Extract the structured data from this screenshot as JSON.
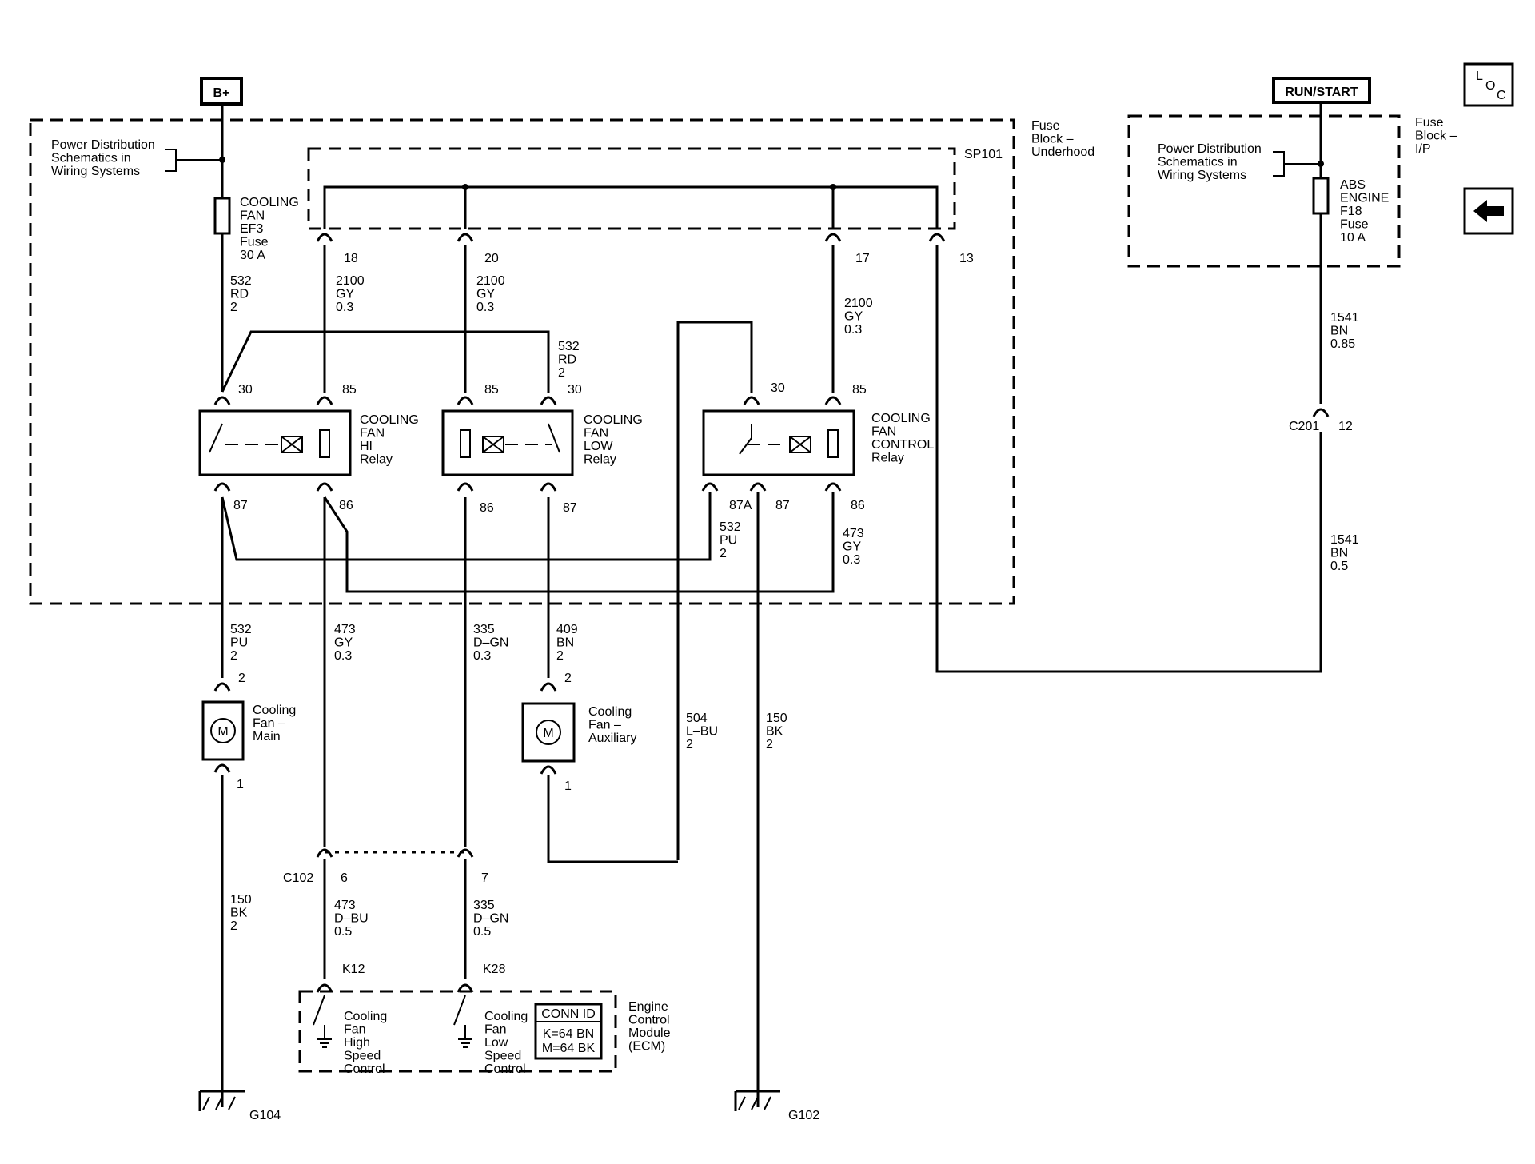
{
  "header_labels": {
    "bplus": "B+",
    "run_start": "RUN/START"
  },
  "fuse_block_underhood": [
    "Fuse",
    "Block –",
    "Underhood"
  ],
  "fuse_block_ip": [
    "Fuse",
    "Block –",
    "I/P"
  ],
  "splice": "SP101",
  "power_dist_ref": [
    "Power Distribution",
    "Schematics in",
    "Wiring Systems"
  ],
  "fuse_ef3": [
    "COOLING",
    "FAN",
    "EF3",
    "Fuse",
    "30 A"
  ],
  "fuse_f18": [
    "ABS",
    "ENGINE",
    "F18",
    "Fuse",
    "10 A"
  ],
  "relay_hi": [
    "COOLING",
    "FAN",
    "HI",
    "Relay"
  ],
  "relay_low": [
    "COOLING",
    "FAN",
    "LOW",
    "Relay"
  ],
  "relay_control": [
    "COOLING",
    "FAN",
    "CONTROL",
    "Relay"
  ],
  "fan_main": [
    "Cooling",
    "Fan –",
    "Main"
  ],
  "fan_aux": [
    "Cooling",
    "Fan –",
    "Auxiliary"
  ],
  "motor_symbol": "M",
  "ecm_label": [
    "Engine",
    "Control",
    "Module",
    "(ECM)"
  ],
  "ecm_high": [
    "Cooling",
    "Fan",
    "High",
    "Speed",
    "Control"
  ],
  "ecm_low": [
    "Cooling",
    "Fan",
    "Low",
    "Speed",
    "Control"
  ],
  "conn_id": {
    "title": "CONN ID",
    "rows": [
      "K=64 BN",
      "M=64 BK"
    ]
  },
  "connectors": {
    "c102": "C102",
    "c201": "C201"
  },
  "grounds": {
    "g104": "G104",
    "g102": "G102"
  },
  "terminals": {
    "sp18": "18",
    "sp20": "20",
    "sp17": "17",
    "sp13": "13",
    "hi_30": "30",
    "hi_85": "85",
    "hi_87": "87",
    "hi_86": "86",
    "low_85": "85",
    "low_30": "30",
    "low_86": "86",
    "low_87": "87",
    "ctl_30": "30",
    "ctl_85": "85",
    "ctl_87a": "87A",
    "ctl_87": "87",
    "ctl_86": "86",
    "main_2": "2",
    "main_1": "1",
    "aux_2": "2",
    "aux_1": "1",
    "c102_6": "6",
    "c102_7": "7",
    "k12": "K12",
    "k28": "K28",
    "c201_12": "12"
  },
  "wires": {
    "ef3_out": [
      "532",
      "RD",
      "2"
    ],
    "sp18": [
      "2100",
      "GY",
      "0.3"
    ],
    "sp20": [
      "2100",
      "GY",
      "0.3"
    ],
    "sp17": [
      "2100",
      "GY",
      "0.3"
    ],
    "low30": [
      "532",
      "RD",
      "2"
    ],
    "f18_out": [
      "1541",
      "BN",
      "0.85"
    ],
    "c201_out": [
      "1541",
      "BN",
      "0.5"
    ],
    "ctl87a": [
      "532",
      "PU",
      "2"
    ],
    "ctl86": [
      "473",
      "GY",
      "0.3"
    ],
    "main_feed": [
      "532",
      "PU",
      "2"
    ],
    "hi86_out": [
      "473",
      "GY",
      "0.3"
    ],
    "low86_out": [
      "335",
      "D–GN",
      "0.3"
    ],
    "aux_feed": [
      "409",
      "BN",
      "2"
    ],
    "aux_ret": [
      "504",
      "L–BU",
      "2"
    ],
    "g102": [
      "150",
      "BK",
      "2"
    ],
    "k12": [
      "473",
      "D–BU",
      "0.5"
    ],
    "k28": [
      "335",
      "D–GN",
      "0.5"
    ],
    "g104": [
      "150",
      "BK",
      "2"
    ]
  },
  "side_icons": {
    "loc": [
      "L",
      "O",
      "C"
    ],
    "back": "back-arrow"
  }
}
